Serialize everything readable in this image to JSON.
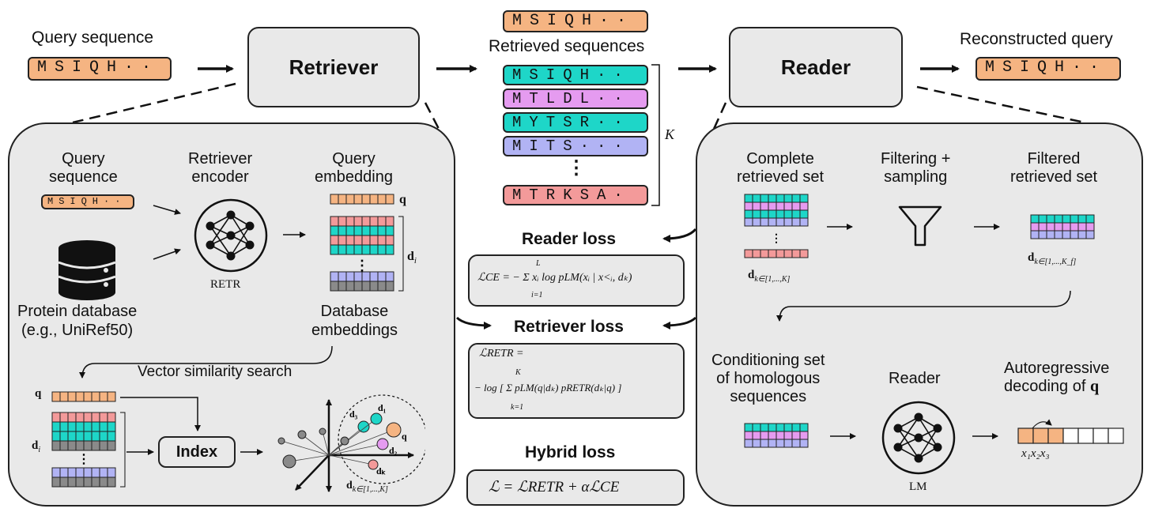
{
  "colors": {
    "orange": "#f5b482",
    "teal": "#1ed6c8",
    "pink": "#e59bf0",
    "blue": "#b1b3f4",
    "red": "#f39a9a",
    "gray": "#8a8a8a",
    "panel": "#e9e9e9"
  },
  "top": {
    "query_label": "Query sequence",
    "query_seq": "MSIQH··",
    "retriever_title": "Retriever",
    "retrieved_top_seq": "MSIQH··",
    "retrieved_label": "Retrieved sequences",
    "retrieved_list": [
      {
        "seq": "MSIQH··",
        "color": "teal"
      },
      {
        "seq": "MTLDL··",
        "color": "pink"
      },
      {
        "seq": "MYTSR··",
        "color": "teal"
      },
      {
        "seq": "MITS···",
        "color": "blue"
      },
      {
        "seq": "MTRKSA·",
        "color": "red"
      }
    ],
    "retrieved_ellipsis": "⋮",
    "k_label": "K",
    "reader_title": "Reader",
    "reconstructed_label": "Reconstructed query",
    "reconstructed_seq": "MSIQH··"
  },
  "left_panel": {
    "query_seq_label": "Query\nsequence",
    "query_seq_small": "MSIQH··",
    "encoder_label": "Retriever\nencoder",
    "retr_label": "RETR",
    "query_emb_label": "Query\nembedding",
    "q_symbol": "q",
    "di_symbol": "d",
    "di_sub": "i",
    "db_label": "Protein database\n(e.g., UniRef50)",
    "db_emb_label": "Database\nembeddings",
    "vector_search_label": "Vector similarity search",
    "index_label": "Index",
    "d_labels": [
      "d₃",
      "d₁",
      "q",
      "d₂",
      "dₖ"
    ],
    "dk_range": "d",
    "dk_range_sub": "k∈[1,...,K]"
  },
  "center": {
    "reader_loss_title": "Reader loss",
    "reader_loss_formula": "ℒCE = − Σ xᵢ log pLM(xᵢ | x<ᵢ, dₖ)",
    "reader_loss_sum_top": "L",
    "reader_loss_sum_bottom": "i=1",
    "retriever_loss_title": "Retriever loss",
    "retriever_loss_line1": "ℒRETR =",
    "retriever_loss_line2": "− log [ Σ pLM(q|dₖ) pRETR(dₖ|q) ]",
    "retriever_loss_sum_top": "K",
    "retriever_loss_sum_bottom": "k=1",
    "hybrid_loss_title": "Hybrid loss",
    "hybrid_loss_formula": "ℒ = ℒRETR + αℒCE"
  },
  "right_panel": {
    "complete_set_label": "Complete\nretrieved set",
    "complete_set_sub": "d",
    "complete_set_sub_index": "k∈[1,...,K]",
    "filtering_label": "Filtering +\nsampling",
    "filtered_label": "Filtered\nretrieved set",
    "filtered_sub": "d",
    "filtered_sub_index": "k∈[1,...,K_f]",
    "conditioning_label": "Conditioning set\nof homologous\nsequences",
    "reader_label": "Reader",
    "lm_label": "LM",
    "autoregressive_label": "Autoregressive\ndecoding of",
    "autoregressive_q": "q",
    "x_labels": "x₁x₂x₃"
  }
}
